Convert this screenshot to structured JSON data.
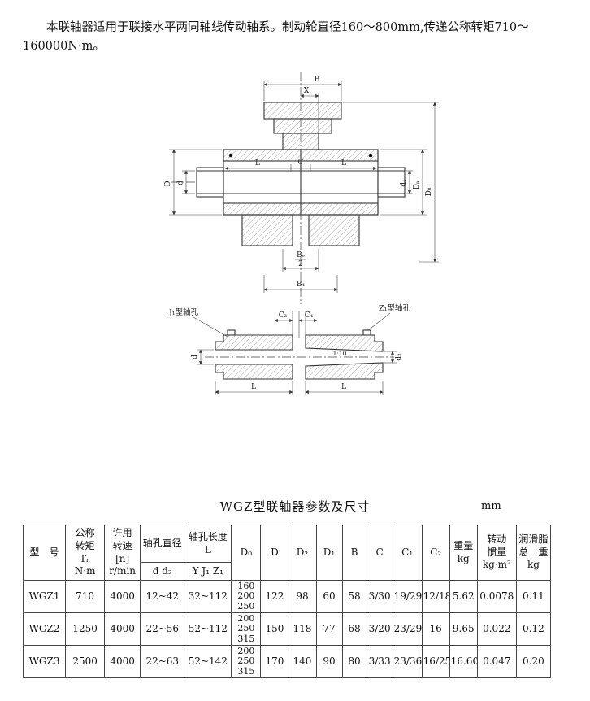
{
  "intro": {
    "text": "本联轴器适用于联接水平两同轴线传动轴系。制动轮直径160～800mm,传递公称转矩710～\n160000N·m。"
  },
  "diagram": {
    "labels": {
      "b": "B",
      "x": "X",
      "d_cap": "D",
      "d_small": "d",
      "l_left": "L",
      "c": "C",
      "l_right": "L",
      "d1": "d₁",
      "da": "Dₐ",
      "d0": "D₀",
      "be": "Bₑ",
      "be_den": "2",
      "b4": "B₄",
      "j1": "J₁型轴孔",
      "z1": "Z₁型轴孔",
      "c3": "C₃",
      "c4": "C₄",
      "taper": "1:10",
      "d_detail": "d",
      "d2_detail": "d₂",
      "l_detail_left": "L",
      "l_detail_right": "L"
    }
  },
  "table": {
    "title": "WGZ型联轴器参数及尺寸",
    "unit": "mm",
    "headers": {
      "model": "型　号",
      "torque": "公称\n转矩\nTₙ\nN·m",
      "speed": "许用\n转速\n[n]\nr/min",
      "bore_dia": "轴孔直径",
      "bore_dia_sub": "d d₂",
      "bore_len": "轴孔长度\nL",
      "bore_len_sub": "Y J₁ Z₁",
      "d0": "D₀",
      "d": "D",
      "d2": "D₂",
      "d1": "D₁",
      "b": "B",
      "c": "C",
      "c1": "C₁",
      "c2": "C₂",
      "weight": "重量\nkg",
      "inertia": "转动\n惯量\nkg·m²",
      "grease": "润滑脂\n总　重\nkg"
    },
    "rows": [
      {
        "cells": [
          "WGZ1",
          "710",
          "4000",
          "12~42",
          "32~112",
          "160\n200\n250",
          "122",
          "98",
          "60",
          "58",
          "3/30",
          "19/29",
          "12/18",
          "5.62",
          "0.0078",
          "0.11"
        ]
      },
      {
        "cells": [
          "WGZ2",
          "1250",
          "4000",
          "22~56",
          "52~112",
          "200\n250\n315",
          "150",
          "118",
          "77",
          "68",
          "3/20",
          "23/29",
          "16",
          "9.65",
          "0.022",
          "0.12"
        ]
      },
      {
        "cells": [
          "WGZ3",
          "2500",
          "4000",
          "22~63",
          "52~142",
          "200\n250\n315",
          "170",
          "140",
          "90",
          "80",
          "3/33",
          "23/36",
          "16/25",
          "16.60",
          "0.047",
          "0.20"
        ]
      }
    ]
  }
}
